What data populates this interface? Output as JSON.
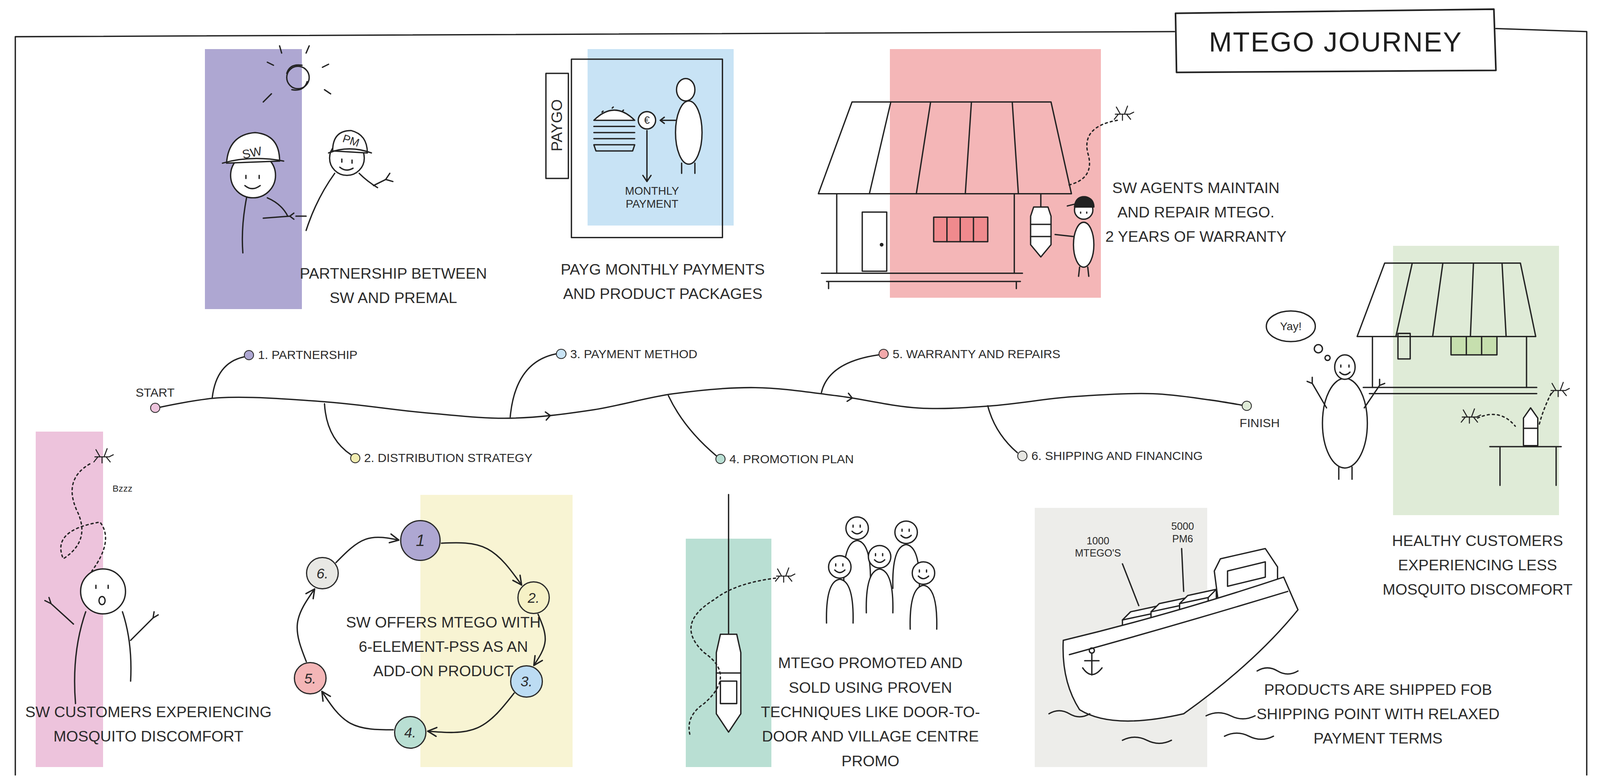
{
  "diagram": {
    "title": "MTEGO JOURNEY",
    "nodes": [
      {
        "text": [
          "PARTNERSHIP BETWEEN SW AND PREMAL"
        ]
      },
      {
        "text": [
          "PAYG MONTHLY PAYMENTS AND PRODUCT PACKAGES"
        ]
      },
      {
        "text": [
          "SW AGENTS MAINTAIN AND REPAIR MTEGO.",
          "2 YEARS OF WARRANTY"
        ]
      },
      {
        "text": [
          "START"
        ]
      },
      {
        "text": [
          "1. PARTNERSHIP"
        ]
      },
      {
        "text": [
          "2. DISTRIBUTION STRATEGY"
        ]
      },
      {
        "text": [
          "3. PAYMENT METHOD"
        ]
      },
      {
        "text": [
          "4. PROMOTION PLAN"
        ]
      },
      {
        "text": [
          "5. WARRANTY AND REPAIRS"
        ]
      },
      {
        "text": [
          "6. SHIPPING AND FINANCING"
        ]
      },
      {
        "text": [
          "FINISH"
        ]
      },
      {
        "text": [
          "HEALTHY CUSTOMERS EXPERIENCING LESS MOSQUITO DISCOMFORT"
        ]
      },
      {
        "text": [
          "SW CUSTOMERS EXPERIENCING MOSQUITO DISCOMFORT"
        ]
      },
      {
        "text": [
          "SW OFFERS MTEGO WITH 6-ELEMENT-PSS AS AN ADD-ON PRODUCT"
        ]
      },
      {
        "text": [
          "1"
        ]
      },
      {
        "text": [
          "2."
        ],
        "in": 13
      },
      {
        "text": [
          "3."
        ],
        "in": 13
      },
      {
        "text": [
          "4."
        ]
      },
      {
        "text": [
          "5."
        ]
      },
      {
        "text": [
          "6."
        ]
      },
      {
        "text": [
          "MTEGO PROMOTED AND SOLD USING PROVEN TECHNIQUES LIKE DOOR-TO-DOOR AND VILLAGE CENTRE PROMO"
        ]
      },
      {
        "text": [
          "PRODUCTS ARE SHIPPED FOB SHIPPING POINT WITH RELAXED PAYMENT TERMS"
        ]
      }
    ],
    "edges": [
      {
        "from": 3,
        "to": 10,
        "arrow": "to"
      },
      {
        "from": 14,
        "to": 15,
        "arrow": "to"
      },
      {
        "from": 15,
        "to": 16,
        "arrow": "to"
      },
      {
        "from": 16,
        "to": 17,
        "arrow": "to"
      },
      {
        "from": 17,
        "to": 18,
        "arrow": "to"
      },
      {
        "from": 18,
        "to": 19,
        "arrow": "to"
      },
      {
        "from": 19,
        "to": 14,
        "arrow": "to"
      }
    ],
    "labels": [
      "SW",
      "PM",
      "PAYGO",
      "€",
      "MONTHLY PAYMENT",
      "Yay!",
      "Bzzz",
      "1000 MTEGO'S",
      "5000 PM6"
    ]
  }
}
